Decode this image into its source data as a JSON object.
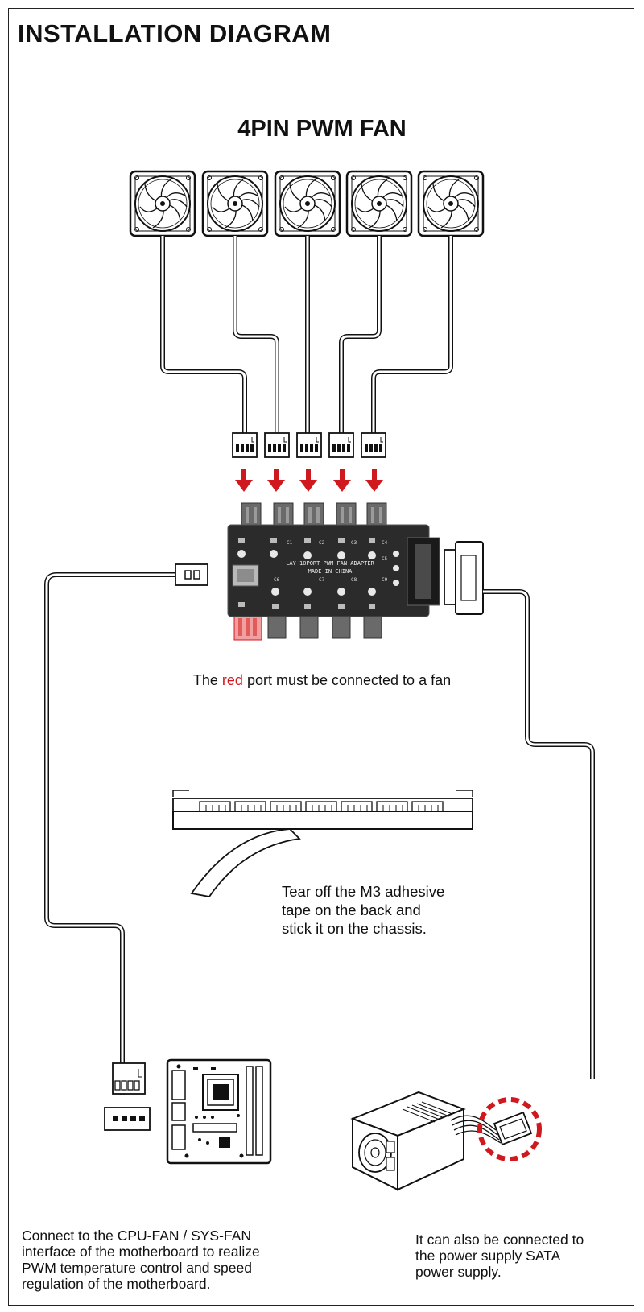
{
  "title": "INSTALLATION DIAGRAM",
  "subtitle": "4PIN PWM FAN",
  "hub": {
    "label_line1": "LAY 10PORT PWM FAN ADAPTER",
    "label_line2": "MADE IN CHINA",
    "port_labels": [
      "C1",
      "C2",
      "C3",
      "C4",
      "C5",
      "C6",
      "C7",
      "C8",
      "C9"
    ]
  },
  "red_note": {
    "before": "The ",
    "highlight": "red",
    "after": " port must be connected to a fan"
  },
  "tape_note": [
    "Tear off the M3 adhesive",
    "tape on the back and",
    "stick it on the chassis."
  ],
  "cpu_note": [
    "Connect to the CPU-FAN / SYS-FAN",
    "interface of the motherboard to realize",
    "PWM temperature control and speed",
    "regulation of the motherboard."
  ],
  "psu_note": [
    "It can also be connected to",
    "the power supply SATA",
    "power supply."
  ],
  "colors": {
    "accent_red": "#d0181f",
    "hub_pcb": "#2b2b2b",
    "line": "#111111"
  },
  "icons": [
    "fan-icon",
    "arrow-down-icon",
    "fan-hub-board",
    "sata-connector",
    "motherboard-icon",
    "power-supply-icon"
  ]
}
